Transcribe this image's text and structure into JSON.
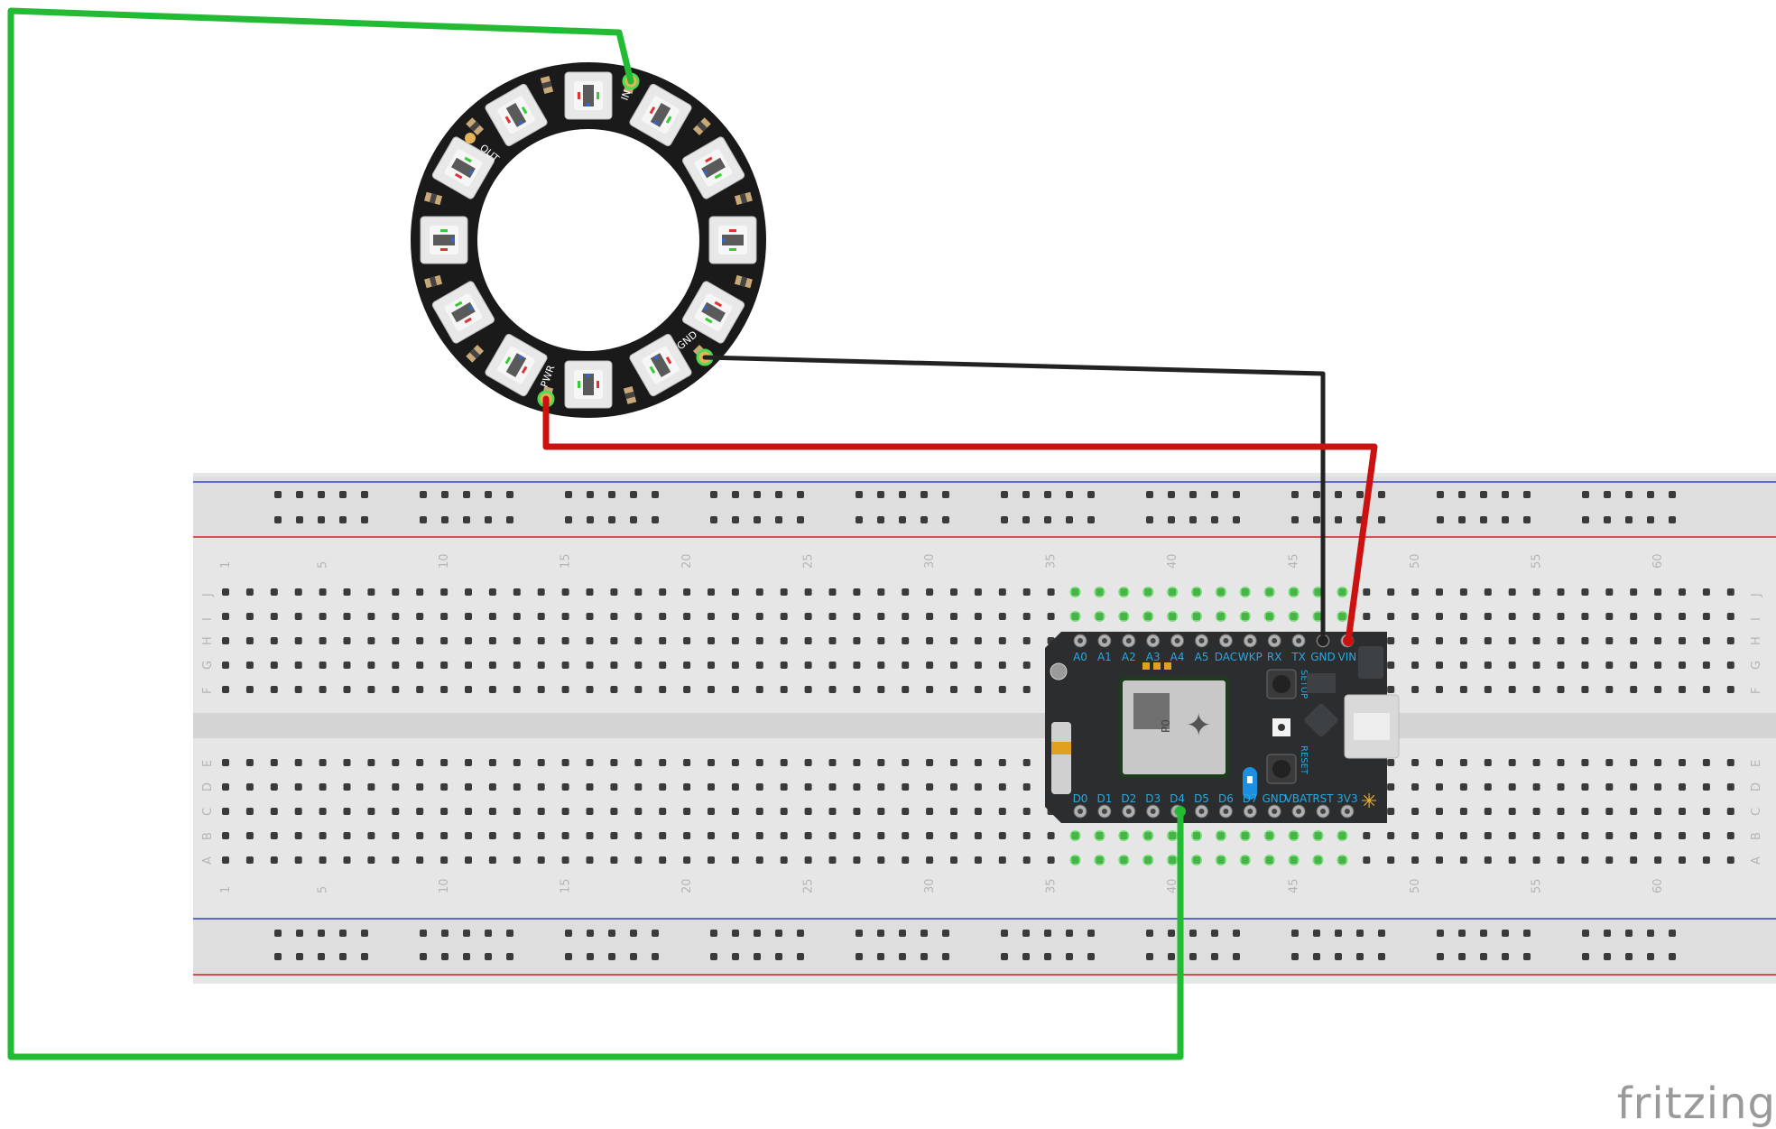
{
  "colors": {
    "wire_signal": "#22bb33",
    "wire_ground": "#222222",
    "wire_power": "#cc1111",
    "breadboard": "#e6e6e6",
    "rail_blue": "#3344cc",
    "rail_red": "#cc2222",
    "ring_pcb": "#1a1a1a",
    "photon_pcb": "#2b2d2f",
    "pin_label": "#29a8e0",
    "highlight": "#4fdc4f"
  },
  "neopixel_ring": {
    "pixel_count": 12,
    "pads": {
      "in": "IN",
      "out": "OUT",
      "gnd": "GND",
      "pwr": "PWR"
    }
  },
  "breadboard": {
    "column_numbers": [
      "1",
      "5",
      "10",
      "15",
      "20",
      "25",
      "30",
      "35",
      "40",
      "45",
      "50",
      "55",
      "60"
    ],
    "rows_top": [
      "J",
      "I",
      "H",
      "G",
      "F"
    ],
    "rows_bottom": [
      "E",
      "D",
      "C",
      "B",
      "A"
    ]
  },
  "photon": {
    "top_pins": [
      "A0",
      "A1",
      "A2",
      "A3",
      "A4",
      "A5",
      "DAC",
      "WKP",
      "RX",
      "TX",
      "GND",
      "VIN"
    ],
    "bottom_pins": [
      "D0",
      "D1",
      "D2",
      "D3",
      "D4",
      "D5",
      "D6",
      "D7",
      "GND",
      "VBAT",
      "RST",
      "3V3"
    ],
    "setup_label": "SETUP",
    "reset_label": "RESET",
    "module_label": "P0"
  },
  "wires": [
    {
      "name": "ring-data-wire",
      "from": "IN",
      "to": "D4",
      "color": "green"
    },
    {
      "name": "ring-ground-wire",
      "from": "GND",
      "to": "GND",
      "color": "black"
    },
    {
      "name": "ring-power-wire",
      "from": "PWR",
      "to": "VIN",
      "color": "red"
    }
  ],
  "brand": {
    "logo_text": "fritzing"
  }
}
